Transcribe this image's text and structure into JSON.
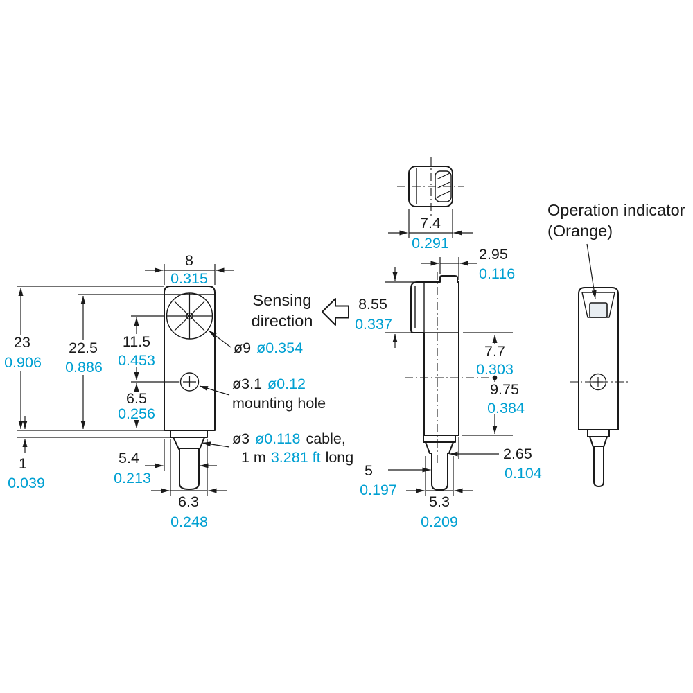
{
  "colors": {
    "mm": "#1a1a1a",
    "inch": "#00a0d2",
    "outline": "#1a1a1a",
    "background": "#ffffff"
  },
  "callouts": {
    "sensing": {
      "line1": "Sensing",
      "line2": "direction"
    },
    "operation_indicator": {
      "line1": "Operation indicator",
      "line2": "(Orange)"
    },
    "lens": {
      "mm": "ø9",
      "inch": "ø0.354"
    },
    "mounting_hole": {
      "mm": "ø3.1",
      "inch": "ø0.12",
      "text": "mounting hole"
    },
    "cable": {
      "mm": "ø3",
      "inch": "ø0.118",
      "word1": "cable,",
      "word2": "1 m",
      "inch2": "3.281 ft",
      "word3": "long"
    }
  },
  "front": {
    "width": {
      "mm": "8",
      "inch": "0.315"
    },
    "total_height": {
      "mm": "23",
      "inch": "0.906"
    },
    "body_height": {
      "mm": "22.5",
      "inch": "0.886"
    },
    "lens_to_hole": {
      "mm": "11.5",
      "inch": "0.453"
    },
    "hole_to_bottom": {
      "mm": "6.5",
      "inch": "0.256"
    },
    "step": {
      "mm": "1",
      "inch": "0.039"
    },
    "cable_offset": {
      "mm": "5.4",
      "inch": "0.213"
    },
    "gland_width": {
      "mm": "6.3",
      "inch": "0.248"
    }
  },
  "side": {
    "top_width": {
      "mm": "7.4",
      "inch": "0.291"
    },
    "notch": {
      "mm": "2.95",
      "inch": "0.116"
    },
    "head_height": {
      "mm": "8.55",
      "inch": "0.337"
    },
    "head_to_hole": {
      "mm": "7.7",
      "inch": "0.303"
    },
    "hole_to_bottom": {
      "mm": "9.75",
      "inch": "0.384"
    },
    "cable_left": {
      "mm": "5",
      "inch": "0.197"
    },
    "cable_right": {
      "mm": "2.65",
      "inch": "0.104"
    },
    "gland_width": {
      "mm": "5.3",
      "inch": "0.209"
    }
  }
}
